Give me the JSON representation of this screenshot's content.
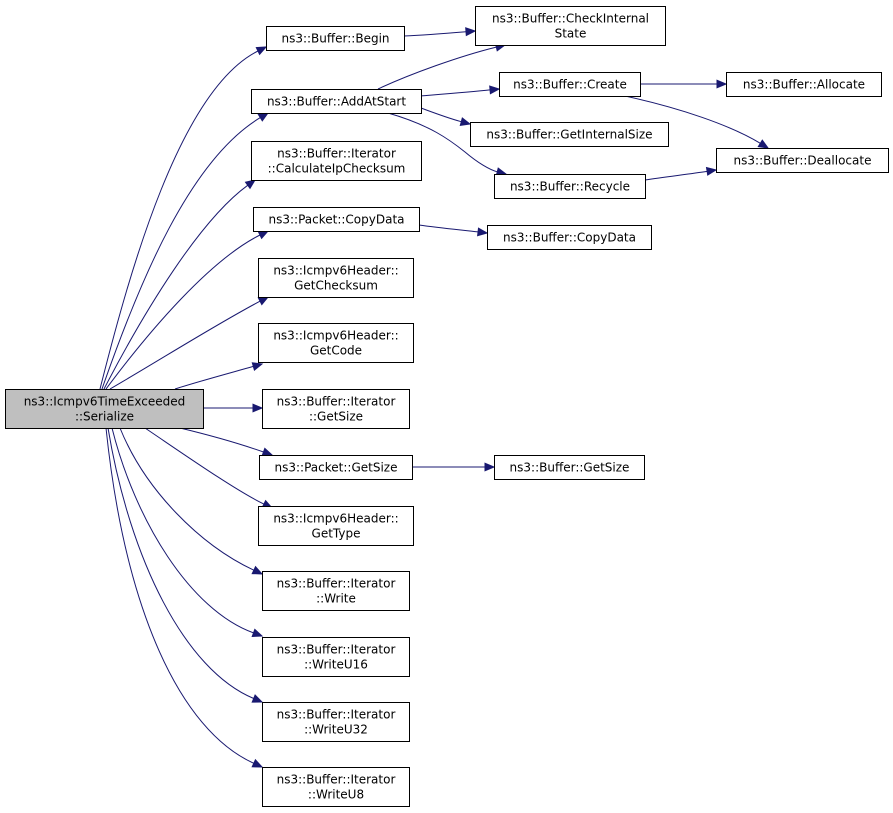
{
  "diagram": {
    "type": "call-graph",
    "colors": {
      "edge": "#191970",
      "root_fill": "#bfbfbf",
      "node_fill": "#ffffff",
      "border": "#000000"
    },
    "nodes": [
      {
        "id": "serialize",
        "lines": [
          "ns3::Icmpv6TimeExceeded",
          "::Serialize"
        ],
        "root": true
      },
      {
        "id": "begin",
        "lines": [
          "ns3::Buffer::Begin"
        ]
      },
      {
        "id": "addatstart",
        "lines": [
          "ns3::Buffer::AddAtStart"
        ]
      },
      {
        "id": "calcipchecksum",
        "lines": [
          "ns3::Buffer::Iterator",
          "::CalculateIpChecksum"
        ]
      },
      {
        "id": "packetcopydata",
        "lines": [
          "ns3::Packet::CopyData"
        ]
      },
      {
        "id": "getchecksum",
        "lines": [
          "ns3::Icmpv6Header::",
          "GetChecksum"
        ]
      },
      {
        "id": "getcode",
        "lines": [
          "ns3::Icmpv6Header::",
          "GetCode"
        ]
      },
      {
        "id": "itergetsize",
        "lines": [
          "ns3::Buffer::Iterator",
          "::GetSize"
        ]
      },
      {
        "id": "packetgetsize",
        "lines": [
          "ns3::Packet::GetSize"
        ]
      },
      {
        "id": "gettype",
        "lines": [
          "ns3::Icmpv6Header::",
          "GetType"
        ]
      },
      {
        "id": "write",
        "lines": [
          "ns3::Buffer::Iterator",
          "::Write"
        ]
      },
      {
        "id": "writeu16",
        "lines": [
          "ns3::Buffer::Iterator",
          "::WriteU16"
        ]
      },
      {
        "id": "writeu32",
        "lines": [
          "ns3::Buffer::Iterator",
          "::WriteU32"
        ]
      },
      {
        "id": "writeu8",
        "lines": [
          "ns3::Buffer::Iterator",
          "::WriteU8"
        ]
      },
      {
        "id": "checkinternal",
        "lines": [
          "ns3::Buffer::CheckInternal",
          "State"
        ]
      },
      {
        "id": "create",
        "lines": [
          "ns3::Buffer::Create"
        ]
      },
      {
        "id": "getinternalsize",
        "lines": [
          "ns3::Buffer::GetInternalSize"
        ]
      },
      {
        "id": "recycle",
        "lines": [
          "ns3::Buffer::Recycle"
        ]
      },
      {
        "id": "buffercopydata",
        "lines": [
          "ns3::Buffer::CopyData"
        ]
      },
      {
        "id": "buffergetsize",
        "lines": [
          "ns3::Buffer::GetSize"
        ]
      },
      {
        "id": "allocate",
        "lines": [
          "ns3::Buffer::Allocate"
        ]
      },
      {
        "id": "deallocate",
        "lines": [
          "ns3::Buffer::Deallocate"
        ]
      }
    ],
    "edges": [
      {
        "from": "serialize",
        "to": "begin"
      },
      {
        "from": "serialize",
        "to": "addatstart"
      },
      {
        "from": "serialize",
        "to": "calcipchecksum"
      },
      {
        "from": "serialize",
        "to": "packetcopydata"
      },
      {
        "from": "serialize",
        "to": "getchecksum"
      },
      {
        "from": "serialize",
        "to": "getcode"
      },
      {
        "from": "serialize",
        "to": "itergetsize"
      },
      {
        "from": "serialize",
        "to": "packetgetsize"
      },
      {
        "from": "serialize",
        "to": "gettype"
      },
      {
        "from": "serialize",
        "to": "write"
      },
      {
        "from": "serialize",
        "to": "writeu16"
      },
      {
        "from": "serialize",
        "to": "writeu32"
      },
      {
        "from": "serialize",
        "to": "writeu8"
      },
      {
        "from": "begin",
        "to": "checkinternal"
      },
      {
        "from": "addatstart",
        "to": "checkinternal"
      },
      {
        "from": "addatstart",
        "to": "create"
      },
      {
        "from": "addatstart",
        "to": "getinternalsize"
      },
      {
        "from": "addatstart",
        "to": "recycle"
      },
      {
        "from": "create",
        "to": "allocate"
      },
      {
        "from": "create",
        "to": "deallocate"
      },
      {
        "from": "recycle",
        "to": "deallocate"
      },
      {
        "from": "packetcopydata",
        "to": "buffercopydata"
      },
      {
        "from": "packetgetsize",
        "to": "buffergetsize"
      }
    ]
  }
}
